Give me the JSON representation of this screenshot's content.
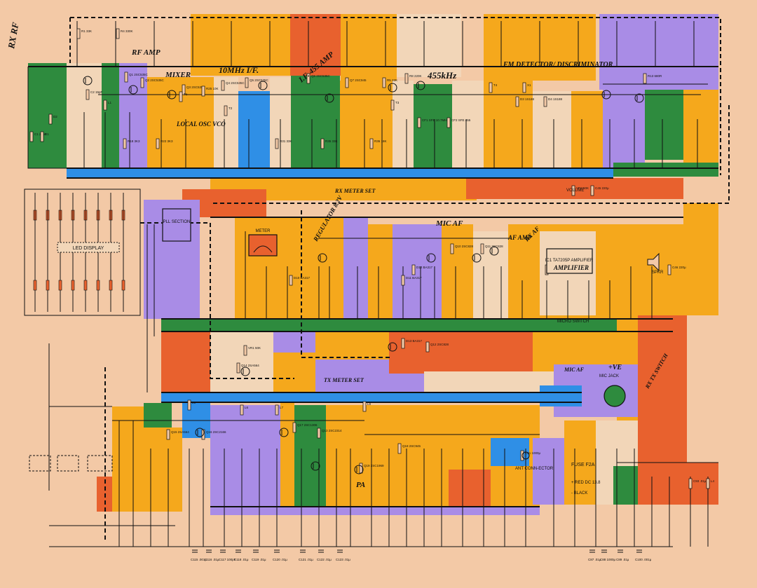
{
  "colors": {
    "background": "#f3c9a6",
    "orange": "#f5a81c",
    "purple": "#a98ce6",
    "green": "#2e8b3e",
    "blue": "#2f8fe6",
    "red": "#e8612e",
    "beige": "#f2d6b8",
    "ink": "#111111"
  },
  "stage_labels": [
    {
      "id": "rx-rf",
      "text": "RX RF"
    },
    {
      "id": "rf-amp",
      "text": "RF AMP"
    },
    {
      "id": "mixer",
      "text": "MIXER"
    },
    {
      "id": "if-10mhz",
      "text": "10MHz I/F."
    },
    {
      "id": "if-455-amp",
      "text": "I.F. 455 AMP"
    },
    {
      "id": "khz-455",
      "text": "455kHz"
    },
    {
      "id": "fm-detector",
      "text": "FM DETECTOR/ DISCRIMINATOR"
    },
    {
      "id": "local-osc",
      "text": "LOCAL OSC VCO"
    },
    {
      "id": "regulator",
      "text": "REGULATOR 8.2V"
    },
    {
      "id": "mic-af",
      "text": "MIC AF"
    },
    {
      "id": "rx-af",
      "text": "RX AF"
    },
    {
      "id": "af-amp",
      "text": "AF AMP"
    },
    {
      "id": "amplifier",
      "text": "AMPLIFIER"
    },
    {
      "id": "rx-meter-set",
      "text": "RX METER SET"
    },
    {
      "id": "tx-meter-set",
      "text": "TX METER SET"
    },
    {
      "id": "pa",
      "text": "PA"
    },
    {
      "id": "ve",
      "text": "+VE"
    },
    {
      "id": "rx-tx-switch",
      "text": "RX TX SWITCH"
    },
    {
      "id": "mic-af-2",
      "text": "MIC AF"
    }
  ],
  "blocks": [
    {
      "id": "led-display",
      "text": "LED DISPLAY"
    },
    {
      "id": "pll-section",
      "text": "PLL SECTION"
    },
    {
      "id": "meter",
      "text": "METER"
    },
    {
      "id": "mic-jack",
      "text": "MIC JACK"
    },
    {
      "id": "ic1",
      "text": "IC1 TA7205P AMPLIFIER"
    },
    {
      "id": "volume",
      "text": "VOLUME"
    },
    {
      "id": "spkr",
      "text": "SPKR"
    },
    {
      "id": "fuse",
      "text": "FUSE F2A"
    },
    {
      "id": "red-supply",
      "text": "+ RED DC 13.8"
    },
    {
      "id": "black-supply",
      "text": "- BLACK"
    },
    {
      "id": "mic-connector",
      "text": "ANT CONN-ECTOR"
    },
    {
      "id": "fm-squelch",
      "text": "MICRO SWITCH"
    }
  ],
  "component_labels": [
    "R1 33K",
    "R4 330K",
    "C2 15pF",
    "C1 22pF",
    "D1",
    "D2",
    "L1",
    "Q1 2SC535C",
    "Q2 2SC535C",
    "Q3 2SC535C",
    "Q4 2SC535C",
    "Q5 2SC535C",
    "Q6 2SC535C",
    "Q7 2SC945",
    "R5 22K",
    "R8 220K",
    "R13 680R",
    "R18 3K3",
    "R22 3K3",
    "R25 10K",
    "R31 33K",
    "R35 33K",
    "R36 18K",
    "CF1 SFE 10.7MHz",
    "CF2 SFE 455",
    "T1",
    "T2",
    "T3",
    "T4",
    "X1",
    "D3 1S188",
    "D4 1S188",
    "IC1 TA7205P",
    "Q10 2SC828",
    "Q11 2SC828",
    "Q12 2SC828",
    "Q13 2SC2314",
    "Q14 2SA564",
    "Q15 2SA564",
    "Q16 2SC2166",
    "Q17 2SC1306",
    "Q18 2SC945",
    "Q19 2SC1969",
    "D10 BA317",
    "D11 BA317",
    "D12 BA317",
    "D13 BA317",
    "VR1 50K",
    "VR2 50K",
    "C45 220μ",
    "C46 220μ",
    "C90 100μ",
    "C91 1000μ",
    "C93 .01μ",
    "L4",
    "L5",
    "L6",
    "L7",
    "L8"
  ],
  "bottom_caps": [
    "C115 .001μ",
    "C116 .01μ",
    "C117 100pF",
    "C118 .01μ",
    "C119 .01μ",
    "C120 .01μ",
    "C121 .01μ",
    "C122 .01μ",
    "C123 .01μ",
    "C87 .01μ",
    "C88 1000μ",
    "C89 .01μ",
    "C100 .001μ"
  ]
}
